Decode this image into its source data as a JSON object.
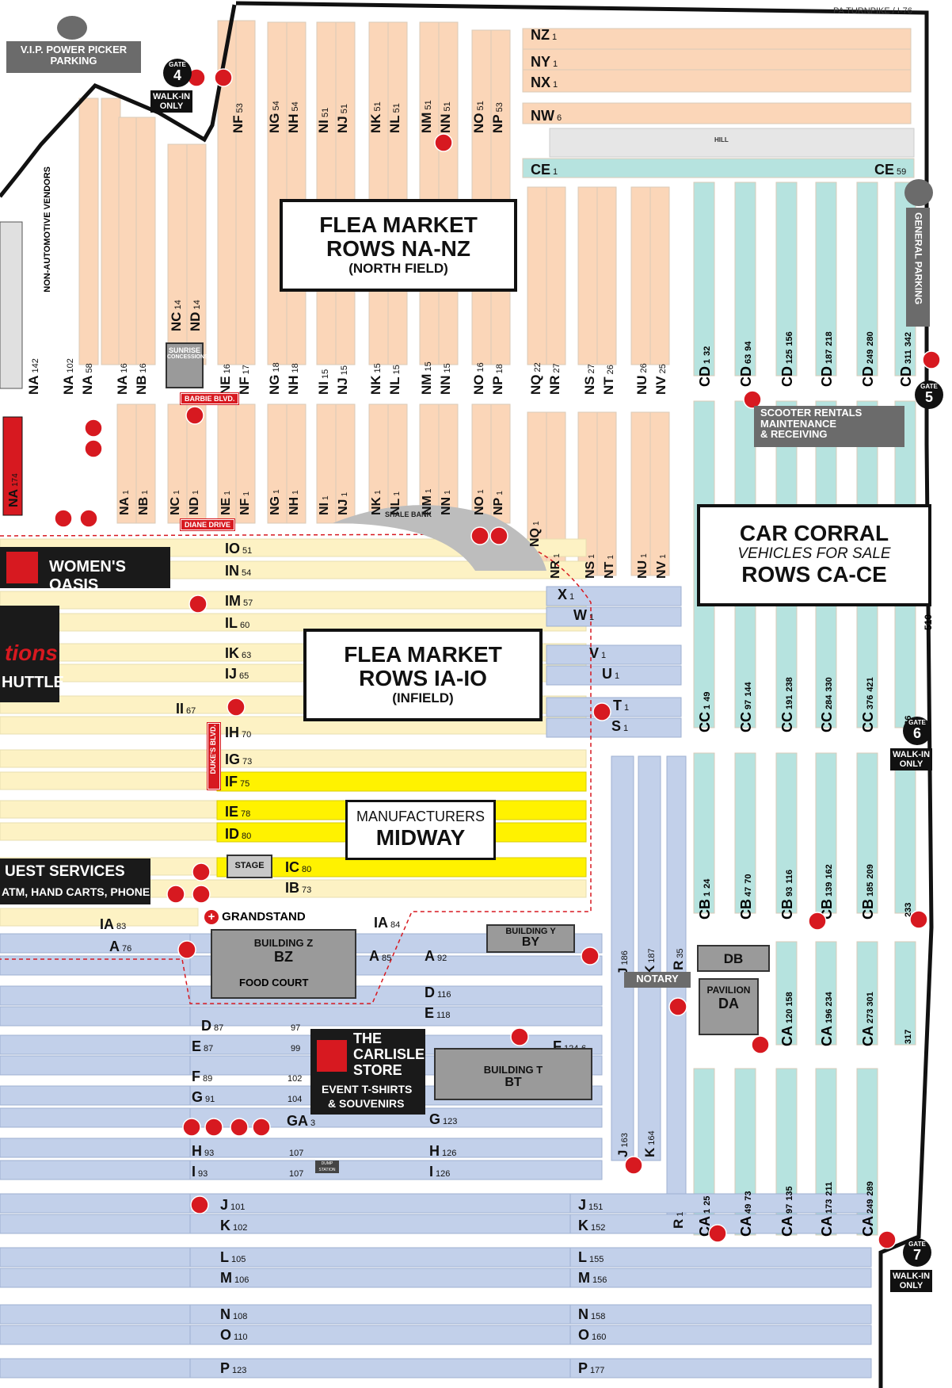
{
  "top_label": "PA TURNPIKE / I-76",
  "vip_parking": {
    "line1": "V.I.P. POWER PICKER",
    "line2": "PARKING"
  },
  "general_parking": "GENERAL PARKING",
  "gates": [
    {
      "word": "GATE",
      "num": "4",
      "walk": [
        "WALK-IN",
        "ONLY"
      ]
    },
    {
      "word": "GATE",
      "num": "5",
      "walk": []
    },
    {
      "word": "GATE",
      "num": "6",
      "walk": [
        "WALK-IN",
        "ONLY"
      ]
    },
    {
      "word": "GATE",
      "num": "7",
      "walk": [
        "WALK-IN",
        "ONLY"
      ]
    }
  ],
  "north_field": {
    "line1": "FLEA MARKET",
    "line2": "ROWS NA-NZ",
    "line3": "(NORTH FIELD)"
  },
  "infield": {
    "line1": "FLEA MARKET",
    "line2": "ROWS IA-IO",
    "line3": "(INFIELD)"
  },
  "car_corral": {
    "line1": "CAR CORRAL",
    "line2": "VEHICLES FOR SALE",
    "line3": "ROWS CA-CE"
  },
  "midway": {
    "line1": "MANUFACTURERS",
    "line2": "MIDWAY"
  },
  "hill": "HILL",
  "shale_bank": "SHALE BANK",
  "non_auto": "NON-AUTOMOTIVE VENDORS",
  "sunrise": {
    "line1": "SUNRISE",
    "line2": "CONCESSIONS"
  },
  "barbie": "BARBIE BLVD.",
  "diane": "DIANE DRIVE",
  "dukes": "DUKE'S BLVD.",
  "womens_oasis": "WOMEN'S OASIS",
  "shuttle": "HUTTLE",
  "logo_fragment": "tions",
  "guest_services": {
    "line1": "UEST SERVICES",
    "line2": "ATM, HAND CARTS, PHONE"
  },
  "grandstand": "GRANDSTAND",
  "stage": "STAGE",
  "building_z": {
    "line1": "BUILDING Z",
    "line2": "BZ"
  },
  "food_court": "FOOD COURT",
  "building_y": {
    "line1": "BUILDING Y",
    "line2": "BY"
  },
  "building_t": {
    "line1": "BUILDING T",
    "line2": "BT"
  },
  "carlisle_store": {
    "line1": "THE",
    "line2": "CARLISLE",
    "line3": "STORE",
    "line4": "EVENT T-SHIRTS",
    "line5": "& SOUVENIRS"
  },
  "scooter": {
    "line1": "SCOOTER RENTALS",
    "line2": "MAINTENANCE",
    "line3": "& RECEIVING"
  },
  "notary": "NOTARY",
  "pavilion": {
    "db": "DB",
    "label": "PAVILION",
    "da": "DA"
  },
  "dump_station": "DUMP STATION",
  "north_horizontal_rows": [
    {
      "code": "NZ",
      "num": "1"
    },
    {
      "code": "NY",
      "num": "1"
    },
    {
      "code": "NX",
      "num": "1"
    },
    {
      "code": "NW",
      "num": "6"
    },
    {
      "code": "CE",
      "num": "1"
    },
    {
      "code": "CE",
      "num": "59"
    }
  ],
  "north_upper_labels": [
    {
      "code": "NA",
      "num": "142"
    },
    {
      "code": "NA",
      "num": "102"
    },
    {
      "code": "NA",
      "num": "58"
    },
    {
      "code": "NA",
      "num": "16"
    },
    {
      "code": "NB",
      "num": "16"
    },
    {
      "code": "NC",
      "num": "14"
    },
    {
      "code": "ND",
      "num": "14"
    },
    {
      "code": "NE",
      "num": "16"
    },
    {
      "code": "NF",
      "num": "17"
    },
    {
      "code": "NF",
      "num": "53"
    },
    {
      "code": "NG",
      "num": "18"
    },
    {
      "code": "NH",
      "num": "18"
    },
    {
      "code": "NG",
      "num": "54"
    },
    {
      "code": "NH",
      "num": "54"
    },
    {
      "code": "NI",
      "num": "15"
    },
    {
      "code": "NJ",
      "num": "15"
    },
    {
      "code": "NI",
      "num": "51"
    },
    {
      "code": "NJ",
      "num": "51"
    },
    {
      "code": "NK",
      "num": "15"
    },
    {
      "code": "NL",
      "num": "15"
    },
    {
      "code": "NK",
      "num": "51"
    },
    {
      "code": "NL",
      "num": "51"
    },
    {
      "code": "NM",
      "num": "15"
    },
    {
      "code": "NN",
      "num": "15"
    },
    {
      "code": "NM",
      "num": "51"
    },
    {
      "code": "NN",
      "num": "51"
    },
    {
      "code": "NO",
      "num": "16"
    },
    {
      "code": "NP",
      "num": "18"
    },
    {
      "code": "NO",
      "num": "51"
    },
    {
      "code": "NP",
      "num": "53"
    },
    {
      "code": "NQ",
      "num": "22"
    },
    {
      "code": "NR",
      "num": "27"
    },
    {
      "code": "NS",
      "num": "27"
    },
    {
      "code": "NT",
      "num": "26"
    },
    {
      "code": "NU",
      "num": "26"
    },
    {
      "code": "NV",
      "num": "25"
    }
  ],
  "north_lower_labels": [
    {
      "code": "NA",
      "num": "174"
    },
    {
      "code": "NA",
      "num": "1"
    },
    {
      "code": "NB",
      "num": "1"
    },
    {
      "code": "NC",
      "num": "1"
    },
    {
      "code": "ND",
      "num": "1"
    },
    {
      "code": "NE",
      "num": "1"
    },
    {
      "code": "NF",
      "num": "1"
    },
    {
      "code": "NG",
      "num": "1"
    },
    {
      "code": "NH",
      "num": "1"
    },
    {
      "code": "NI",
      "num": "1"
    },
    {
      "code": "NJ",
      "num": "1"
    },
    {
      "code": "NK",
      "num": "1"
    },
    {
      "code": "NL",
      "num": "1"
    },
    {
      "code": "NM",
      "num": "1"
    },
    {
      "code": "NN",
      "num": "1"
    },
    {
      "code": "NO",
      "num": "1"
    },
    {
      "code": "NP",
      "num": "1"
    },
    {
      "code": "NQ",
      "num": "1"
    },
    {
      "code": "NR",
      "num": "1"
    },
    {
      "code": "NS",
      "num": "1"
    },
    {
      "code": "NT",
      "num": "1"
    },
    {
      "code": "NU",
      "num": "1"
    },
    {
      "code": "NV",
      "num": "1"
    }
  ],
  "cd_labels": [
    {
      "code": "CD",
      "num": "1",
      "num2": "32"
    },
    {
      "code": "CD",
      "num": "63",
      "num2": "94"
    },
    {
      "code": "CD",
      "num": "125",
      "num2": "156"
    },
    {
      "code": "CD",
      "num": "187",
      "num2": "218"
    },
    {
      "code": "CD",
      "num": "249",
      "num2": "280"
    },
    {
      "code": "CD",
      "num": "311",
      "num2": "342"
    }
  ],
  "cc_labels": [
    {
      "code": "CC",
      "num": "1",
      "num2": "49"
    },
    {
      "code": "CC",
      "num": "97",
      "num2": "144"
    },
    {
      "code": "CC",
      "num": "191",
      "num2": "238"
    },
    {
      "code": "CC",
      "num": "284",
      "num2": "330"
    },
    {
      "code": "CC",
      "num": "376",
      "num2": "421"
    },
    {
      "code": "",
      "num": "466",
      "num2": ""
    }
  ],
  "cb_labels": [
    {
      "code": "CB",
      "num": "1",
      "num2": "24"
    },
    {
      "code": "CB",
      "num": "47",
      "num2": "70"
    },
    {
      "code": "CB",
      "num": "93",
      "num2": "116"
    },
    {
      "code": "CB",
      "num": "139",
      "num2": "162"
    },
    {
      "code": "CB",
      "num": "185",
      "num2": "209"
    },
    {
      "code": "",
      "num": "233",
      "num2": ""
    }
  ],
  "ca_upper_labels": [
    {
      "code": "CA",
      "num": "120",
      "num2": "158"
    },
    {
      "code": "CA",
      "num": "196",
      "num2": "234"
    },
    {
      "code": "CA",
      "num": "273",
      "num2": "301"
    },
    {
      "code": "",
      "num": "317",
      "num2": ""
    }
  ],
  "ca_lower_labels": [
    {
      "code": "CA",
      "num": "1",
      "num2": "25"
    },
    {
      "code": "CA",
      "num": "49",
      "num2": "73"
    },
    {
      "code": "CA",
      "num": "97",
      "num2": "135"
    },
    {
      "code": "CA",
      "num": "173",
      "num2": "211"
    },
    {
      "code": "CA",
      "num": "249",
      "num2": "289"
    }
  ],
  "right_510": "510",
  "infield_rows": [
    {
      "code": "IO",
      "num": "51"
    },
    {
      "code": "IN",
      "num": "54"
    },
    {
      "code": "IM",
      "num": "57"
    },
    {
      "code": "IL",
      "num": "60"
    },
    {
      "code": "IK",
      "num": "63"
    },
    {
      "code": "IJ",
      "num": "65"
    },
    {
      "code": "II",
      "num": "67"
    },
    {
      "code": "IH",
      "num": "70"
    },
    {
      "code": "IG",
      "num": "73"
    },
    {
      "code": "IF",
      "num": "75"
    },
    {
      "code": "IE",
      "num": "78"
    },
    {
      "code": "ID",
      "num": "80"
    },
    {
      "code": "IC",
      "num": "80"
    },
    {
      "code": "IB",
      "num": "73"
    },
    {
      "code": "IA",
      "num": "83"
    },
    {
      "code": "IA",
      "num": "84"
    }
  ],
  "right_rows": [
    {
      "code": "X",
      "num": "1"
    },
    {
      "code": "W",
      "num": "1"
    },
    {
      "code": "V",
      "num": "1"
    },
    {
      "code": "U",
      "num": "1"
    },
    {
      "code": "T",
      "num": "1"
    },
    {
      "code": "S",
      "num": "1"
    }
  ],
  "vertical_rows": [
    {
      "code": "J",
      "num": "186"
    },
    {
      "code": "K",
      "num": "187"
    },
    {
      "code": "R",
      "num": "35"
    },
    {
      "code": "J",
      "num": "163"
    },
    {
      "code": "K",
      "num": "164"
    },
    {
      "code": "R",
      "num": "1"
    }
  ],
  "south_rows": [
    {
      "code": "A",
      "num": "76"
    },
    {
      "code": "A",
      "num": "85"
    },
    {
      "code": "A",
      "num": "92"
    },
    {
      "code": "D",
      "num": "116"
    },
    {
      "code": "E",
      "num": "118"
    },
    {
      "code": "D",
      "num": "87"
    },
    {
      "code": "E",
      "num": "87"
    },
    {
      "code": "",
      "num": "97"
    },
    {
      "code": "",
      "num": "99"
    },
    {
      "code": "F",
      "num": "124-6"
    },
    {
      "code": "F",
      "num": "89"
    },
    {
      "code": "G",
      "num": "91"
    },
    {
      "code": "",
      "num": "102"
    },
    {
      "code": "",
      "num": "104"
    },
    {
      "code": "GA",
      "num": "3"
    },
    {
      "code": "G",
      "num": "123"
    },
    {
      "code": "H",
      "num": "93"
    },
    {
      "code": "I",
      "num": "93"
    },
    {
      "code": "",
      "num": "107"
    },
    {
      "code": "",
      "num": "107"
    },
    {
      "code": "H",
      "num": "126"
    },
    {
      "code": "I",
      "num": "126"
    },
    {
      "code": "J",
      "num": "101"
    },
    {
      "code": "K",
      "num": "102"
    },
    {
      "code": "J",
      "num": "151"
    },
    {
      "code": "K",
      "num": "152"
    },
    {
      "code": "L",
      "num": "105"
    },
    {
      "code": "M",
      "num": "106"
    },
    {
      "code": "L",
      "num": "155"
    },
    {
      "code": "M",
      "num": "156"
    },
    {
      "code": "N",
      "num": "108"
    },
    {
      "code": "O",
      "num": "110"
    },
    {
      "code": "N",
      "num": "158"
    },
    {
      "code": "O",
      "num": "160"
    },
    {
      "code": "P",
      "num": "123"
    },
    {
      "code": "P",
      "num": "177"
    }
  ],
  "colors": {
    "north": "#fbd6b8",
    "infield": "#fdf2c4",
    "midway": "#fff200",
    "south": "#c2d0ea",
    "corral": "#b6e3df",
    "red": "#d71920"
  }
}
